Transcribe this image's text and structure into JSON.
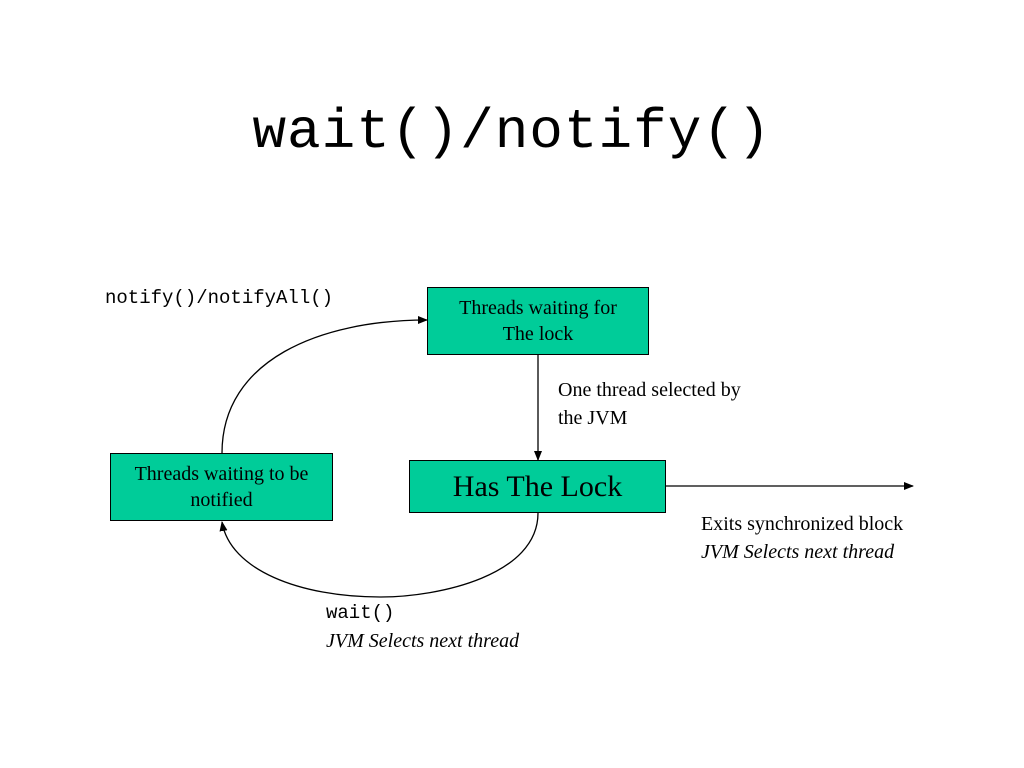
{
  "title": "wait()/notify()",
  "boxes": {
    "waiting_for_lock": "Threads waiting for\nThe lock",
    "waiting_to_be_notified": "Threads waiting to be\nnotified",
    "has_lock": "Has The Lock"
  },
  "labels": {
    "notify": "notify()/notifyAll()",
    "selected_by_jvm": "One thread selected by\n the JVM",
    "exits_block": "Exits synchronized block",
    "exits_next": "JVM Selects next thread",
    "wait": "wait()",
    "wait_next": "JVM Selects next thread"
  }
}
